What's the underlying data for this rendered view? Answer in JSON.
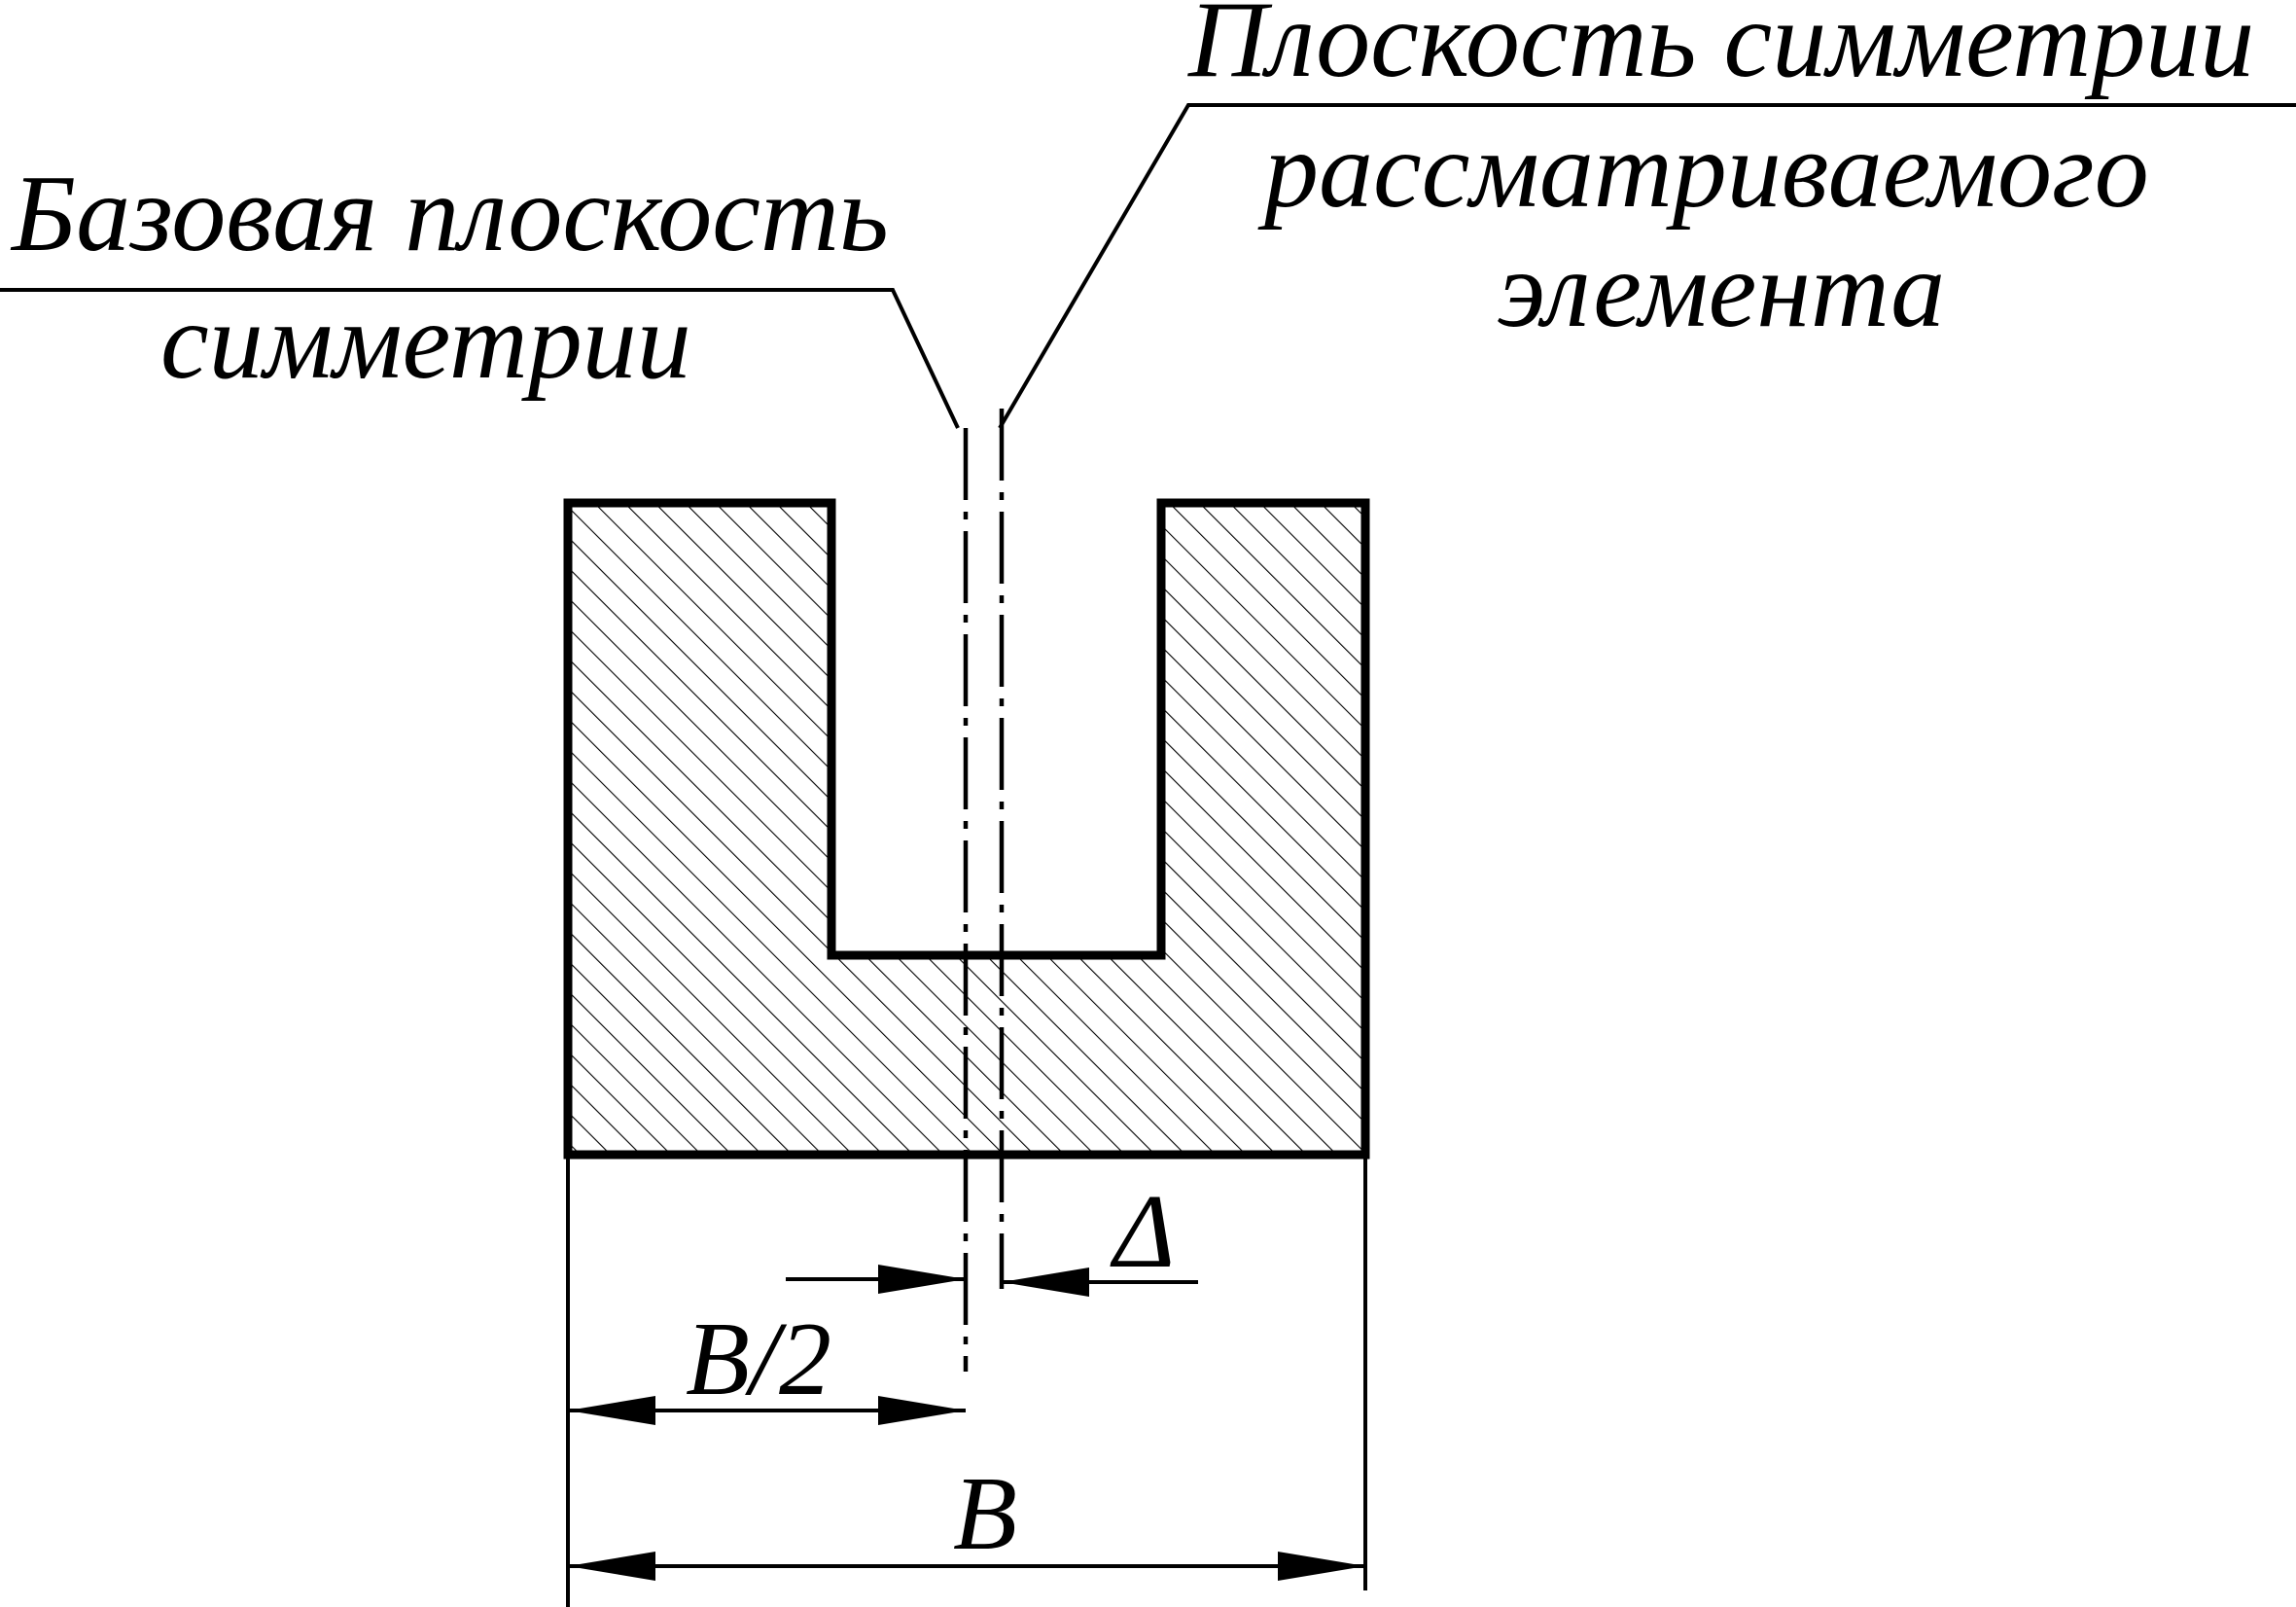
{
  "callouts": {
    "base_plane": {
      "line1": "Базовая плоскость",
      "line2": "симметрии"
    },
    "element_plane": {
      "line1": "Плоскость симметрии",
      "line2": "рассматриваемого",
      "line3": "элемента"
    }
  },
  "dimensions": {
    "offset": "Δ",
    "half_width": "B/2",
    "width": "B"
  },
  "colors": {
    "ink": "#000000",
    "background": "#ffffff"
  }
}
